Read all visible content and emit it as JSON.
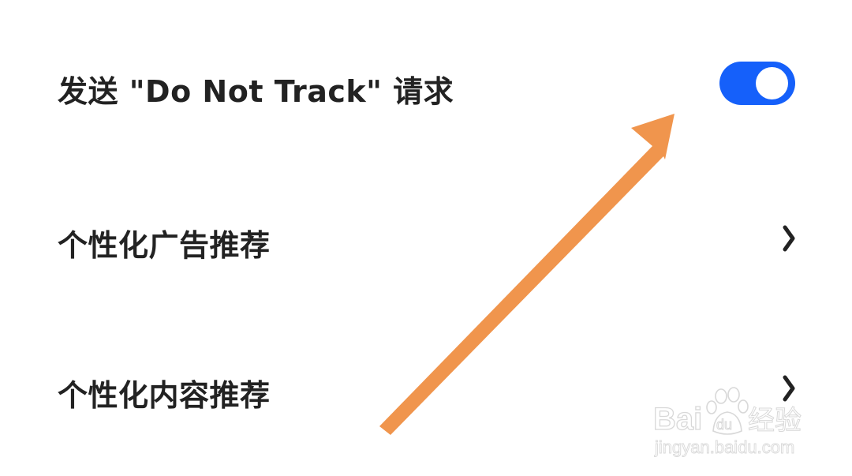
{
  "settings": {
    "items": [
      {
        "label": "发送 \"Do Not Track\" 请求",
        "control": "toggle",
        "state": "on"
      },
      {
        "label": "个性化广告推荐",
        "control": "chevron"
      },
      {
        "label": "个性化内容推荐",
        "control": "chevron"
      }
    ]
  },
  "colors": {
    "toggle_on": "#1560fa",
    "annotation_arrow": "#f0954d",
    "text": "#222222"
  },
  "watermark": {
    "brand": "Bai",
    "paw_text": "du",
    "suffix": "经验",
    "url": "jingyan.baidu.com"
  }
}
